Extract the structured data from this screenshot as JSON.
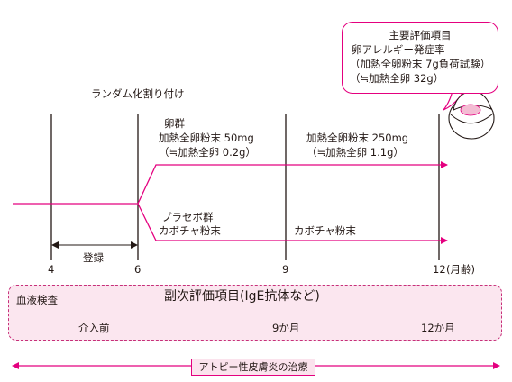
{
  "randomization": "ランダム化割り付け",
  "main_eval": {
    "title": "主要評価項目",
    "line1": "卵アレルギー発症率",
    "line2": "（加熱全卵粉末 7g負荷試験）",
    "line3": "（≒加熱全卵 32g）"
  },
  "egg_group": {
    "label": "卵群",
    "early_dose": "加熱全卵粉末 50mg",
    "early_equiv": "（≒加熱全卵 0.2g）",
    "late_dose": "加熱全卵粉末 250mg",
    "late_equiv": "（≒加熱全卵 1.1g）"
  },
  "placebo_group": {
    "label": "プラセボ群",
    "early": "カボチャ粉末",
    "late": "カボチャ粉末"
  },
  "enrollment": "登録",
  "axis": {
    "ticks": [
      "4",
      "6",
      "9",
      "12"
    ],
    "unit": "(月齢)"
  },
  "secondary": {
    "blood_test": "血液検査",
    "title": "副次評価項目(IgE抗体など)",
    "pre": "介入前",
    "m9": "9か月",
    "m12": "12か月"
  },
  "atopy": "アトピー性皮膚炎の治療",
  "colors": {
    "accent": "#e4007f",
    "panel": "#fbe6ef",
    "ink": "#231815"
  }
}
